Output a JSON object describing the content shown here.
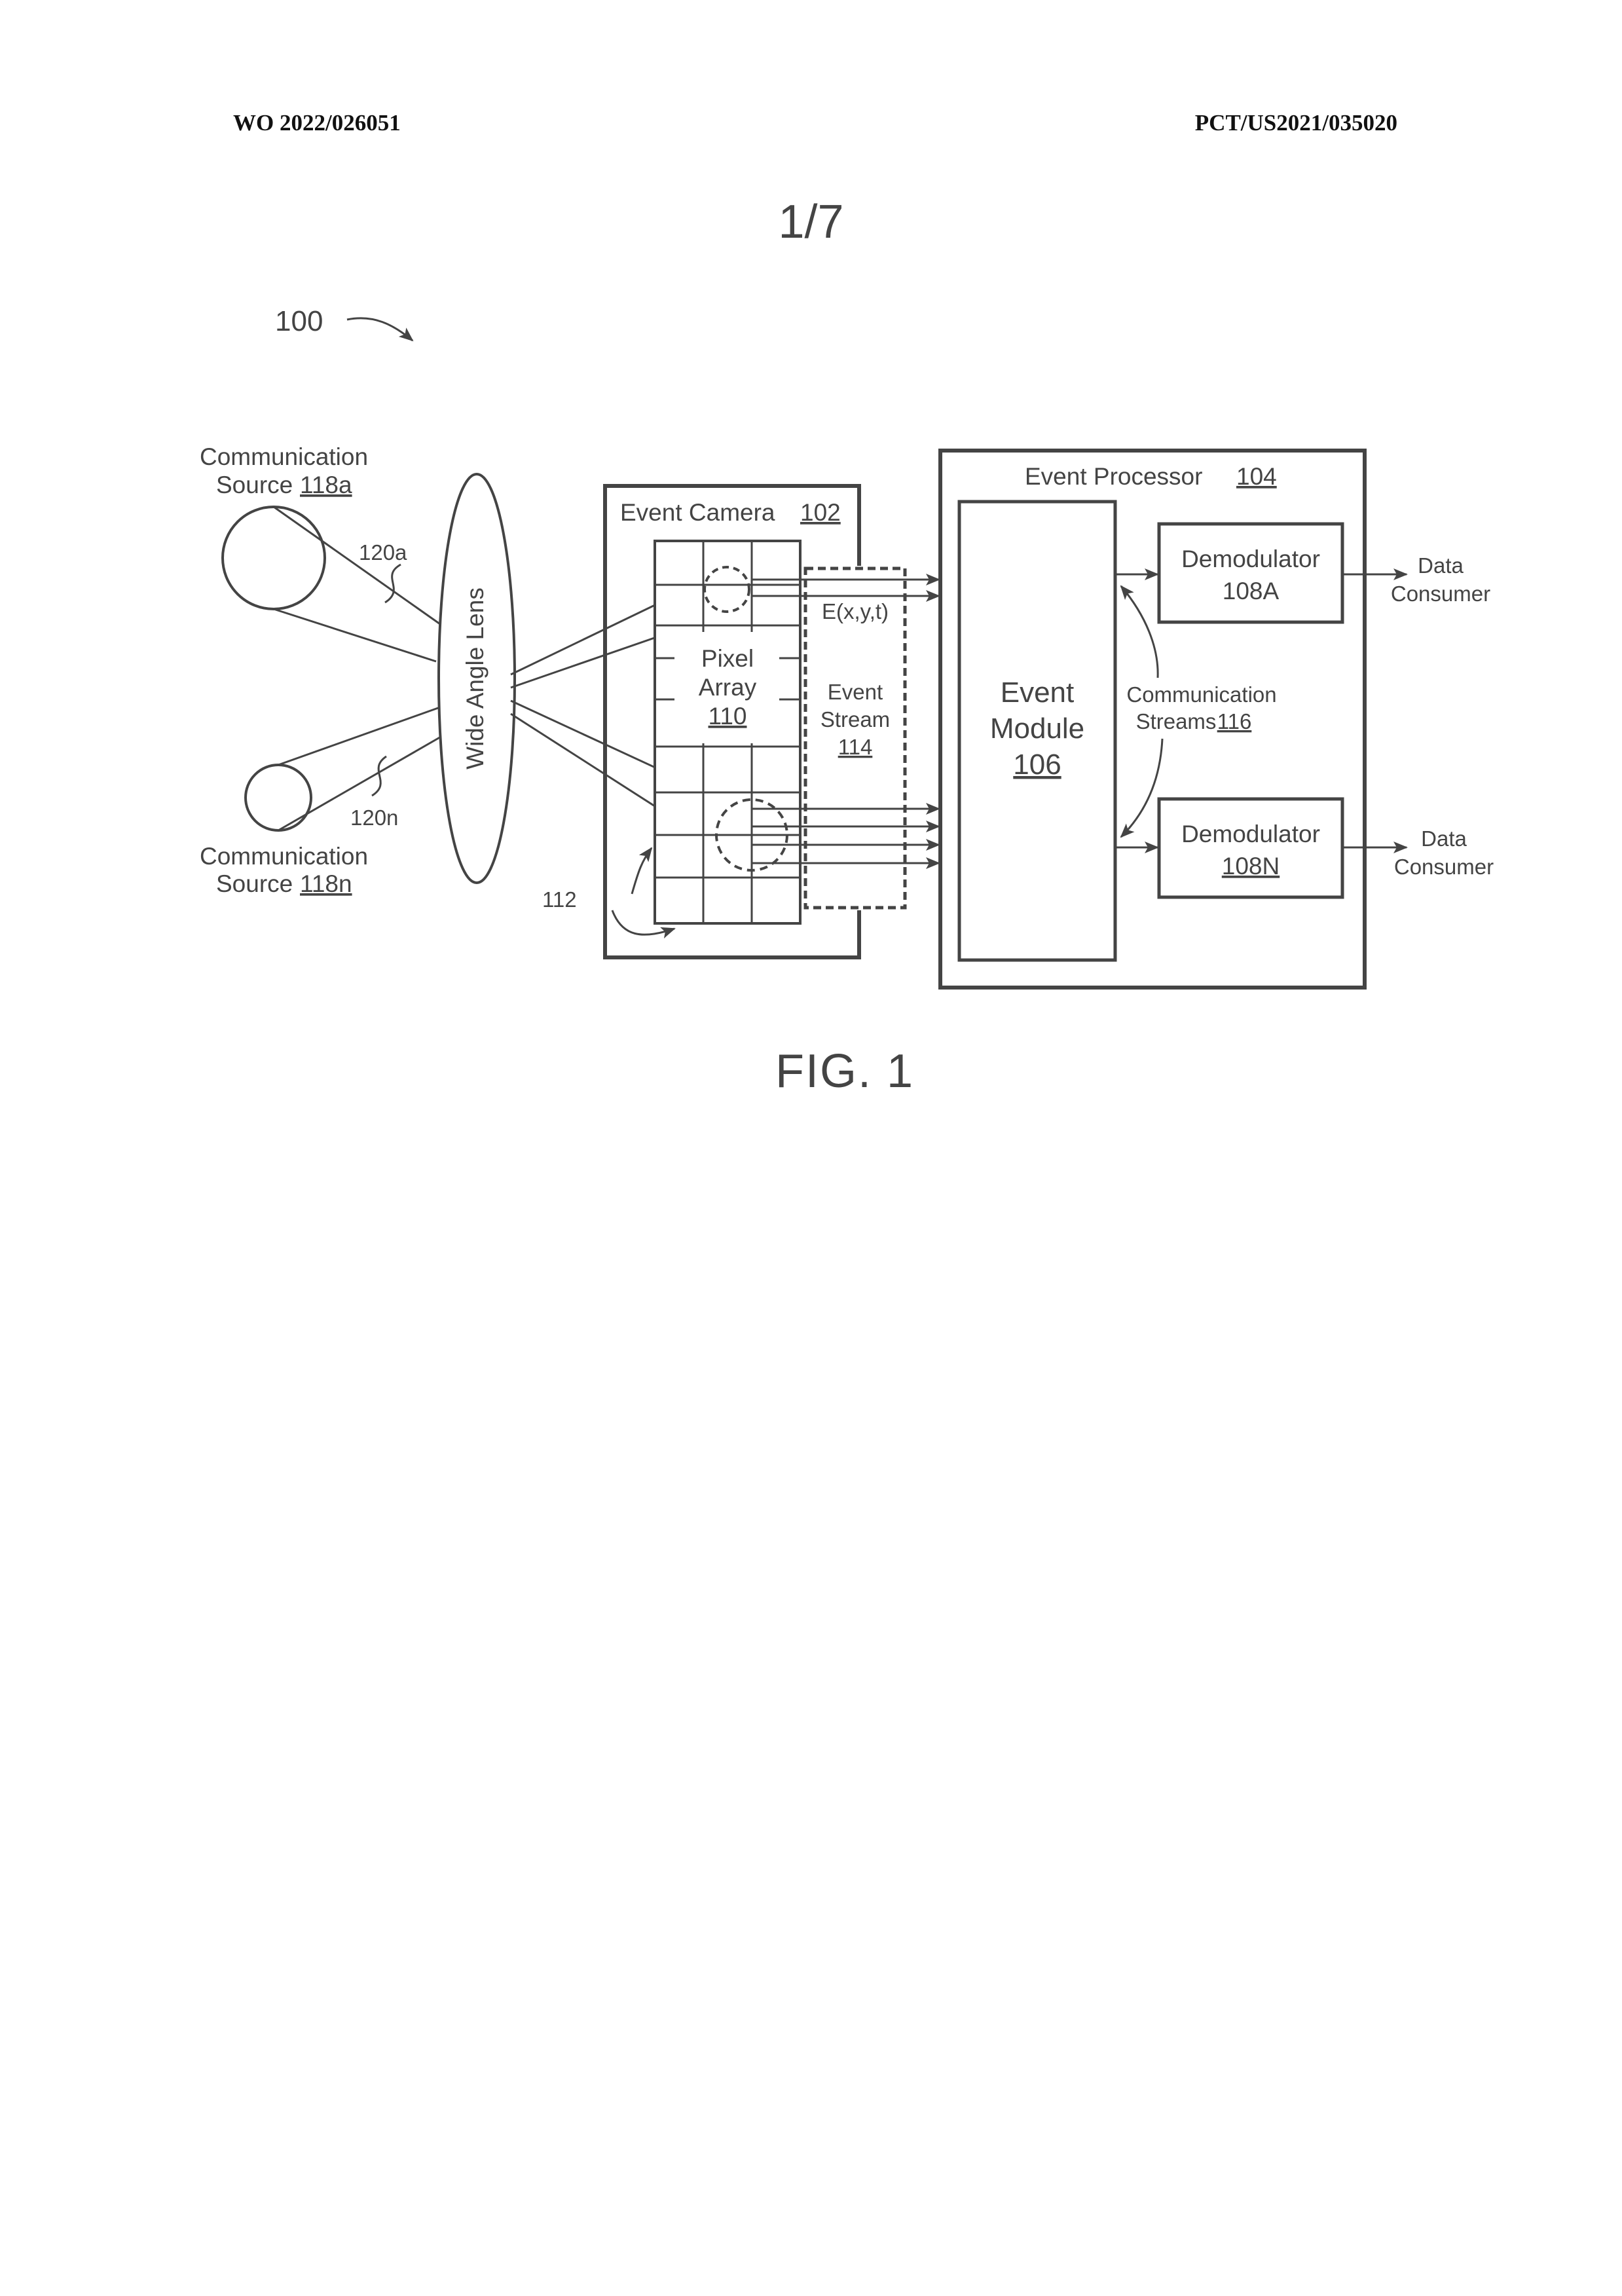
{
  "header": {
    "publication_number": "WO 2022/026051",
    "application_number": "PCT/US2021/035020"
  },
  "sheet": "1/7",
  "figure_caption": "FIG. 1",
  "system": {
    "ref": "100"
  },
  "sources": {
    "a": {
      "line1": "Communication",
      "line2": "Source",
      "ref": "118a",
      "beam_ref": "120a"
    },
    "n": {
      "line1": "Communication",
      "line2": "Source",
      "ref": "118n",
      "beam_ref": "120n"
    }
  },
  "lens": {
    "label": "Wide Angle Lens"
  },
  "camera": {
    "title": "Event Camera",
    "ref": "102",
    "pixel_array": {
      "line1": "Pixel",
      "line2": "Array",
      "ref": "110"
    },
    "pixel_ref": "112"
  },
  "event_stream": {
    "formula": "E(x,y,t)",
    "line1": "Event",
    "line2": "Stream",
    "ref": "114"
  },
  "processor": {
    "title": "Event Processor",
    "ref": "104",
    "module": {
      "line1": "Event",
      "line2": "Module",
      "ref": "106"
    },
    "streams": {
      "line1": "Communication",
      "line2": "Streams",
      "ref": "116"
    },
    "demod_a": {
      "label": "Demodulator",
      "ref": "108A"
    },
    "demod_n": {
      "label": "Demodulator",
      "ref": "108N"
    }
  },
  "consumer_a": {
    "line1": "Data",
    "line2": "Consumer"
  },
  "consumer_n": {
    "line1": "Data",
    "line2": "Consumer"
  }
}
